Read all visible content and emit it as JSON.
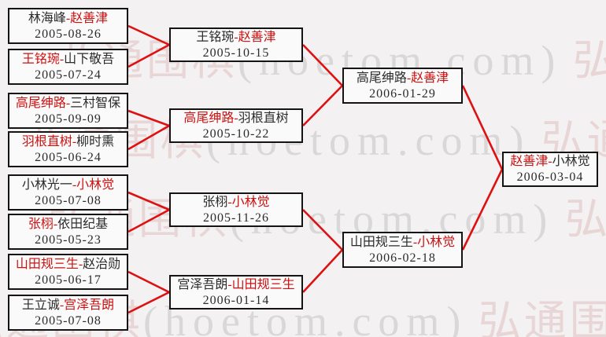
{
  "watermark": {
    "cn": "弘通围棋",
    "en": "(hoetom.com)"
  },
  "colors": {
    "page_bg": "#f3f1f1",
    "box_bg": "#fbfafa",
    "box_border": "#141414",
    "winner_text": "#cc1111",
    "normal_text": "#2b2b2b",
    "connector": "#dd1111"
  },
  "bracket": {
    "rounds": [
      {
        "name": "round-1",
        "matches": [
          {
            "player1": "林海峰",
            "player2": "赵善津",
            "winner": 2,
            "date": "2005-08-26"
          },
          {
            "player1": "王铭琬",
            "player2": "山下敬吾",
            "winner": 1,
            "date": "2005-07-24"
          },
          {
            "player1": "高尾绅路",
            "player2": "三村智保",
            "winner": 1,
            "date": "2005-09-09"
          },
          {
            "player1": "羽根直树",
            "player2": "柳时熏",
            "winner": 1,
            "date": "2005-06-24"
          },
          {
            "player1": "小林光一",
            "player2": "小林觉",
            "winner": 2,
            "date": "2005-07-08"
          },
          {
            "player1": "张栩",
            "player2": "依田纪基",
            "winner": 1,
            "date": "2005-05-23"
          },
          {
            "player1": "山田规三生",
            "player2": "赵治勋",
            "winner": 1,
            "date": "2005-06-17"
          },
          {
            "player1": "王立诚",
            "player2": "宫泽吾朗",
            "winner": 2,
            "date": "2005-07-08"
          }
        ]
      },
      {
        "name": "round-2",
        "matches": [
          {
            "player1": "王铭琬",
            "player2": "赵善津",
            "winner": 2,
            "date": "2005-10-15"
          },
          {
            "player1": "高尾绅路",
            "player2": "羽根直树",
            "winner": 1,
            "date": "2005-10-22"
          },
          {
            "player1": "张栩",
            "player2": "小林觉",
            "winner": 2,
            "date": "2005-11-26"
          },
          {
            "player1": "宫泽吾朗",
            "player2": "山田规三生",
            "winner": 2,
            "date": "2006-01-14"
          }
        ]
      },
      {
        "name": "semifinal",
        "matches": [
          {
            "player1": "高尾绅路",
            "player2": "赵善津",
            "winner": 2,
            "date": "2006-01-29"
          },
          {
            "player1": "山田规三生",
            "player2": "小林觉",
            "winner": 2,
            "date": "2006-02-18"
          }
        ]
      },
      {
        "name": "final",
        "matches": [
          {
            "player1": "赵善津",
            "player2": "小林觉",
            "winner": 1,
            "date": "2006-03-04"
          }
        ]
      }
    ]
  }
}
